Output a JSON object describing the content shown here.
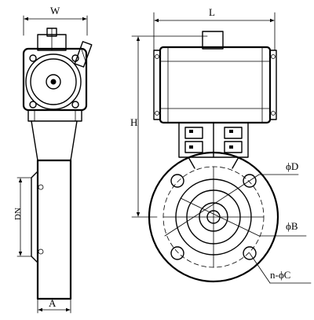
{
  "dimensions": {
    "width_label": "W",
    "length_label": "L",
    "height_label": "H",
    "nominal_diameter_label": "DN",
    "a_label": "A",
    "flange_diameter_label": "ϕD",
    "bolt_circle_label": "ϕB",
    "bolt_holes_label": "n-ϕC"
  }
}
